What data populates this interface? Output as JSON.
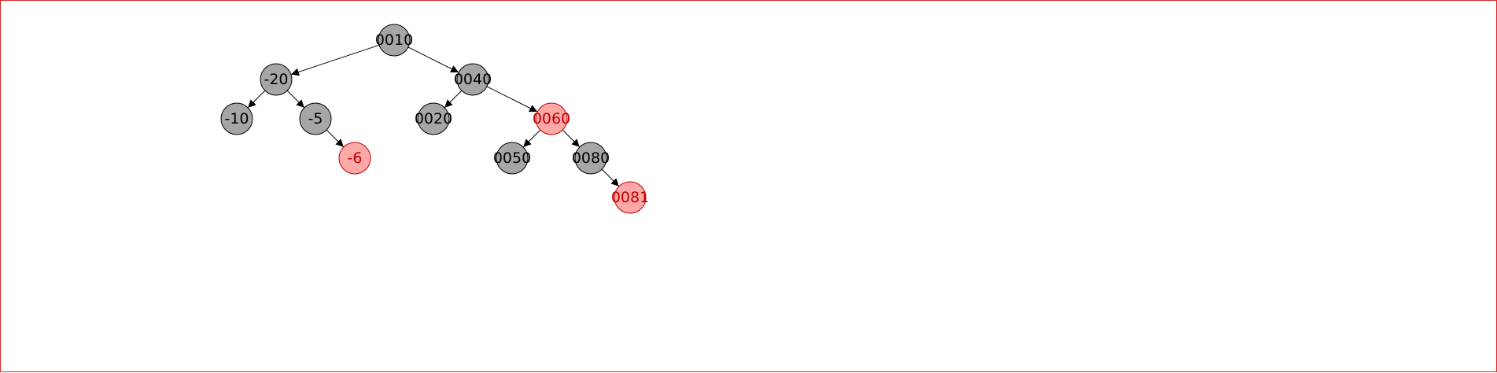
{
  "tree": {
    "colors": {
      "black_fill": "#a6a6a6",
      "black_stroke": "#000000",
      "black_text": "#000000",
      "red_fill": "#ffa8a8",
      "red_stroke": "#c00000",
      "red_text": "#c00000",
      "edge": "#000000",
      "frame": "#e0262a"
    },
    "nodes": [
      {
        "id": "n0010",
        "label": "0010",
        "color": "black"
      },
      {
        "id": "n-20",
        "label": "-20",
        "color": "black"
      },
      {
        "id": "n0040",
        "label": "0040",
        "color": "black"
      },
      {
        "id": "n-10",
        "label": "-10",
        "color": "black"
      },
      {
        "id": "n-5",
        "label": "-5",
        "color": "black"
      },
      {
        "id": "n0020",
        "label": "0020",
        "color": "black"
      },
      {
        "id": "n0060",
        "label": "0060",
        "color": "red"
      },
      {
        "id": "n-6",
        "label": "-6",
        "color": "red"
      },
      {
        "id": "n0050",
        "label": "0050",
        "color": "black"
      },
      {
        "id": "n0080",
        "label": "0080",
        "color": "black"
      },
      {
        "id": "n0081",
        "label": "0081",
        "color": "red"
      }
    ],
    "edges": [
      {
        "from": "n0010",
        "to": "n-20"
      },
      {
        "from": "n0010",
        "to": "n0040"
      },
      {
        "from": "n-20",
        "to": "n-10"
      },
      {
        "from": "n-20",
        "to": "n-5"
      },
      {
        "from": "n-5",
        "to": "n-6"
      },
      {
        "from": "n0040",
        "to": "n0020"
      },
      {
        "from": "n0040",
        "to": "n0060"
      },
      {
        "from": "n0060",
        "to": "n0050"
      },
      {
        "from": "n0060",
        "to": "n0080"
      },
      {
        "from": "n0080",
        "to": "n0081"
      }
    ]
  }
}
